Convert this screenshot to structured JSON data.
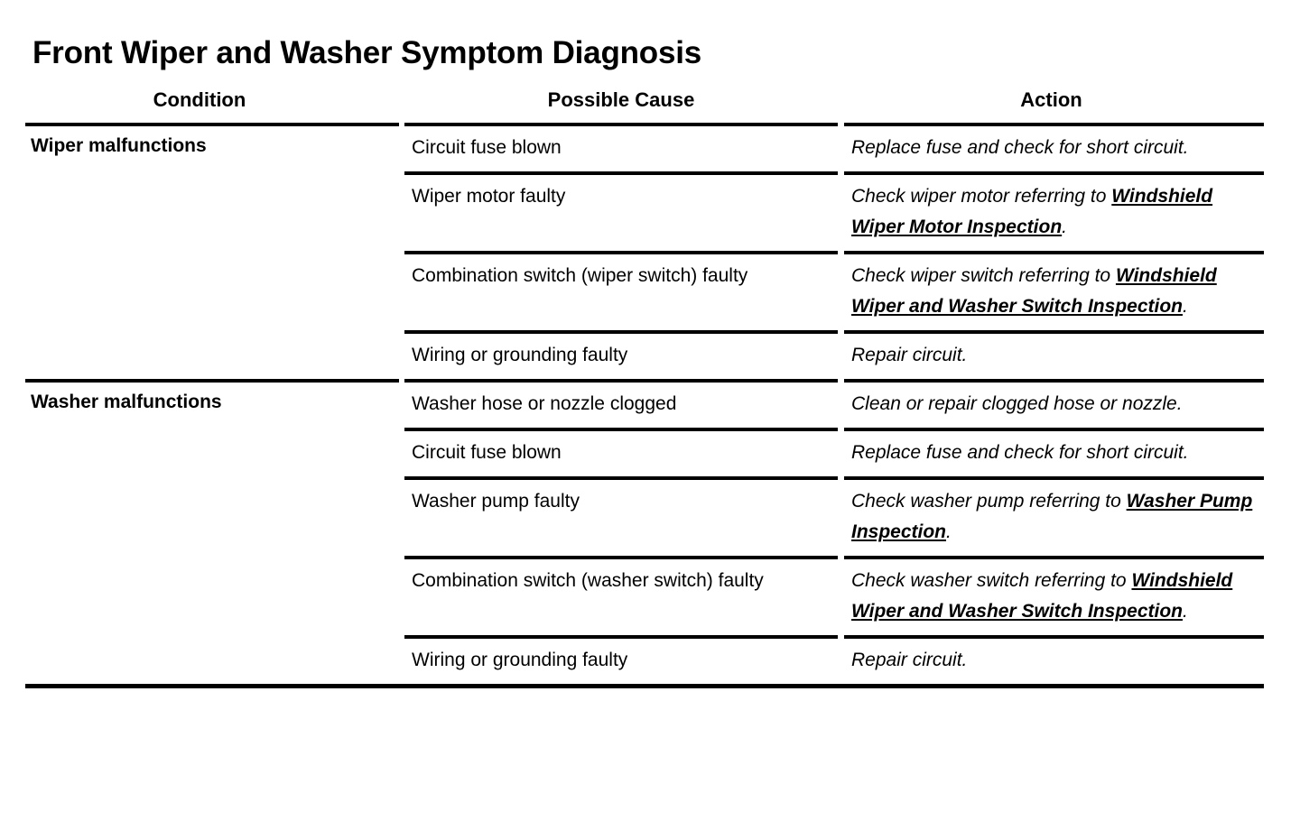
{
  "document": {
    "title": "Front Wiper and Washer Symptom Diagnosis"
  },
  "table": {
    "headers": {
      "condition": "Condition",
      "possible_cause": "Possible Cause",
      "action": "Action"
    },
    "sections": [
      {
        "condition": "Wiper malfunctions",
        "rows": [
          {
            "cause": "Circuit fuse blown",
            "action_lead": "Replace fuse and check for short circuit.",
            "action_link": "",
            "action_tail": ""
          },
          {
            "cause": "Wiper motor faulty",
            "action_lead": "Check wiper motor referring to ",
            "action_link": "Windshield Wiper Motor Inspection",
            "action_tail": "."
          },
          {
            "cause": "Combination switch (wiper switch) faulty",
            "action_lead": "Check wiper switch referring to ",
            "action_link": "Windshield Wiper and Washer Switch Inspection",
            "action_tail": "."
          },
          {
            "cause": "Wiring or grounding faulty",
            "action_lead": "Repair circuit.",
            "action_link": "",
            "action_tail": ""
          }
        ]
      },
      {
        "condition": "Washer malfunctions",
        "rows": [
          {
            "cause": "Washer hose or nozzle clogged",
            "action_lead": "Clean or repair clogged hose or nozzle.",
            "action_link": "",
            "action_tail": ""
          },
          {
            "cause": "Circuit fuse blown",
            "action_lead": "Replace fuse and check for short circuit.",
            "action_link": "",
            "action_tail": ""
          },
          {
            "cause": "Washer pump faulty",
            "action_lead": "Check washer pump referring to ",
            "action_link": "Washer Pump Inspection",
            "action_tail": "."
          },
          {
            "cause": "Combination switch (washer switch) faulty",
            "action_lead": "Check washer switch referring to ",
            "action_link": "Windshield Wiper and Washer Switch Inspection",
            "action_tail": "."
          },
          {
            "cause": "Wiring or grounding faulty",
            "action_lead": "Repair circuit.",
            "action_link": "",
            "action_tail": ""
          }
        ]
      }
    ]
  },
  "colors": {
    "text": "#000000",
    "background": "#ffffff",
    "rule": "#000000"
  }
}
